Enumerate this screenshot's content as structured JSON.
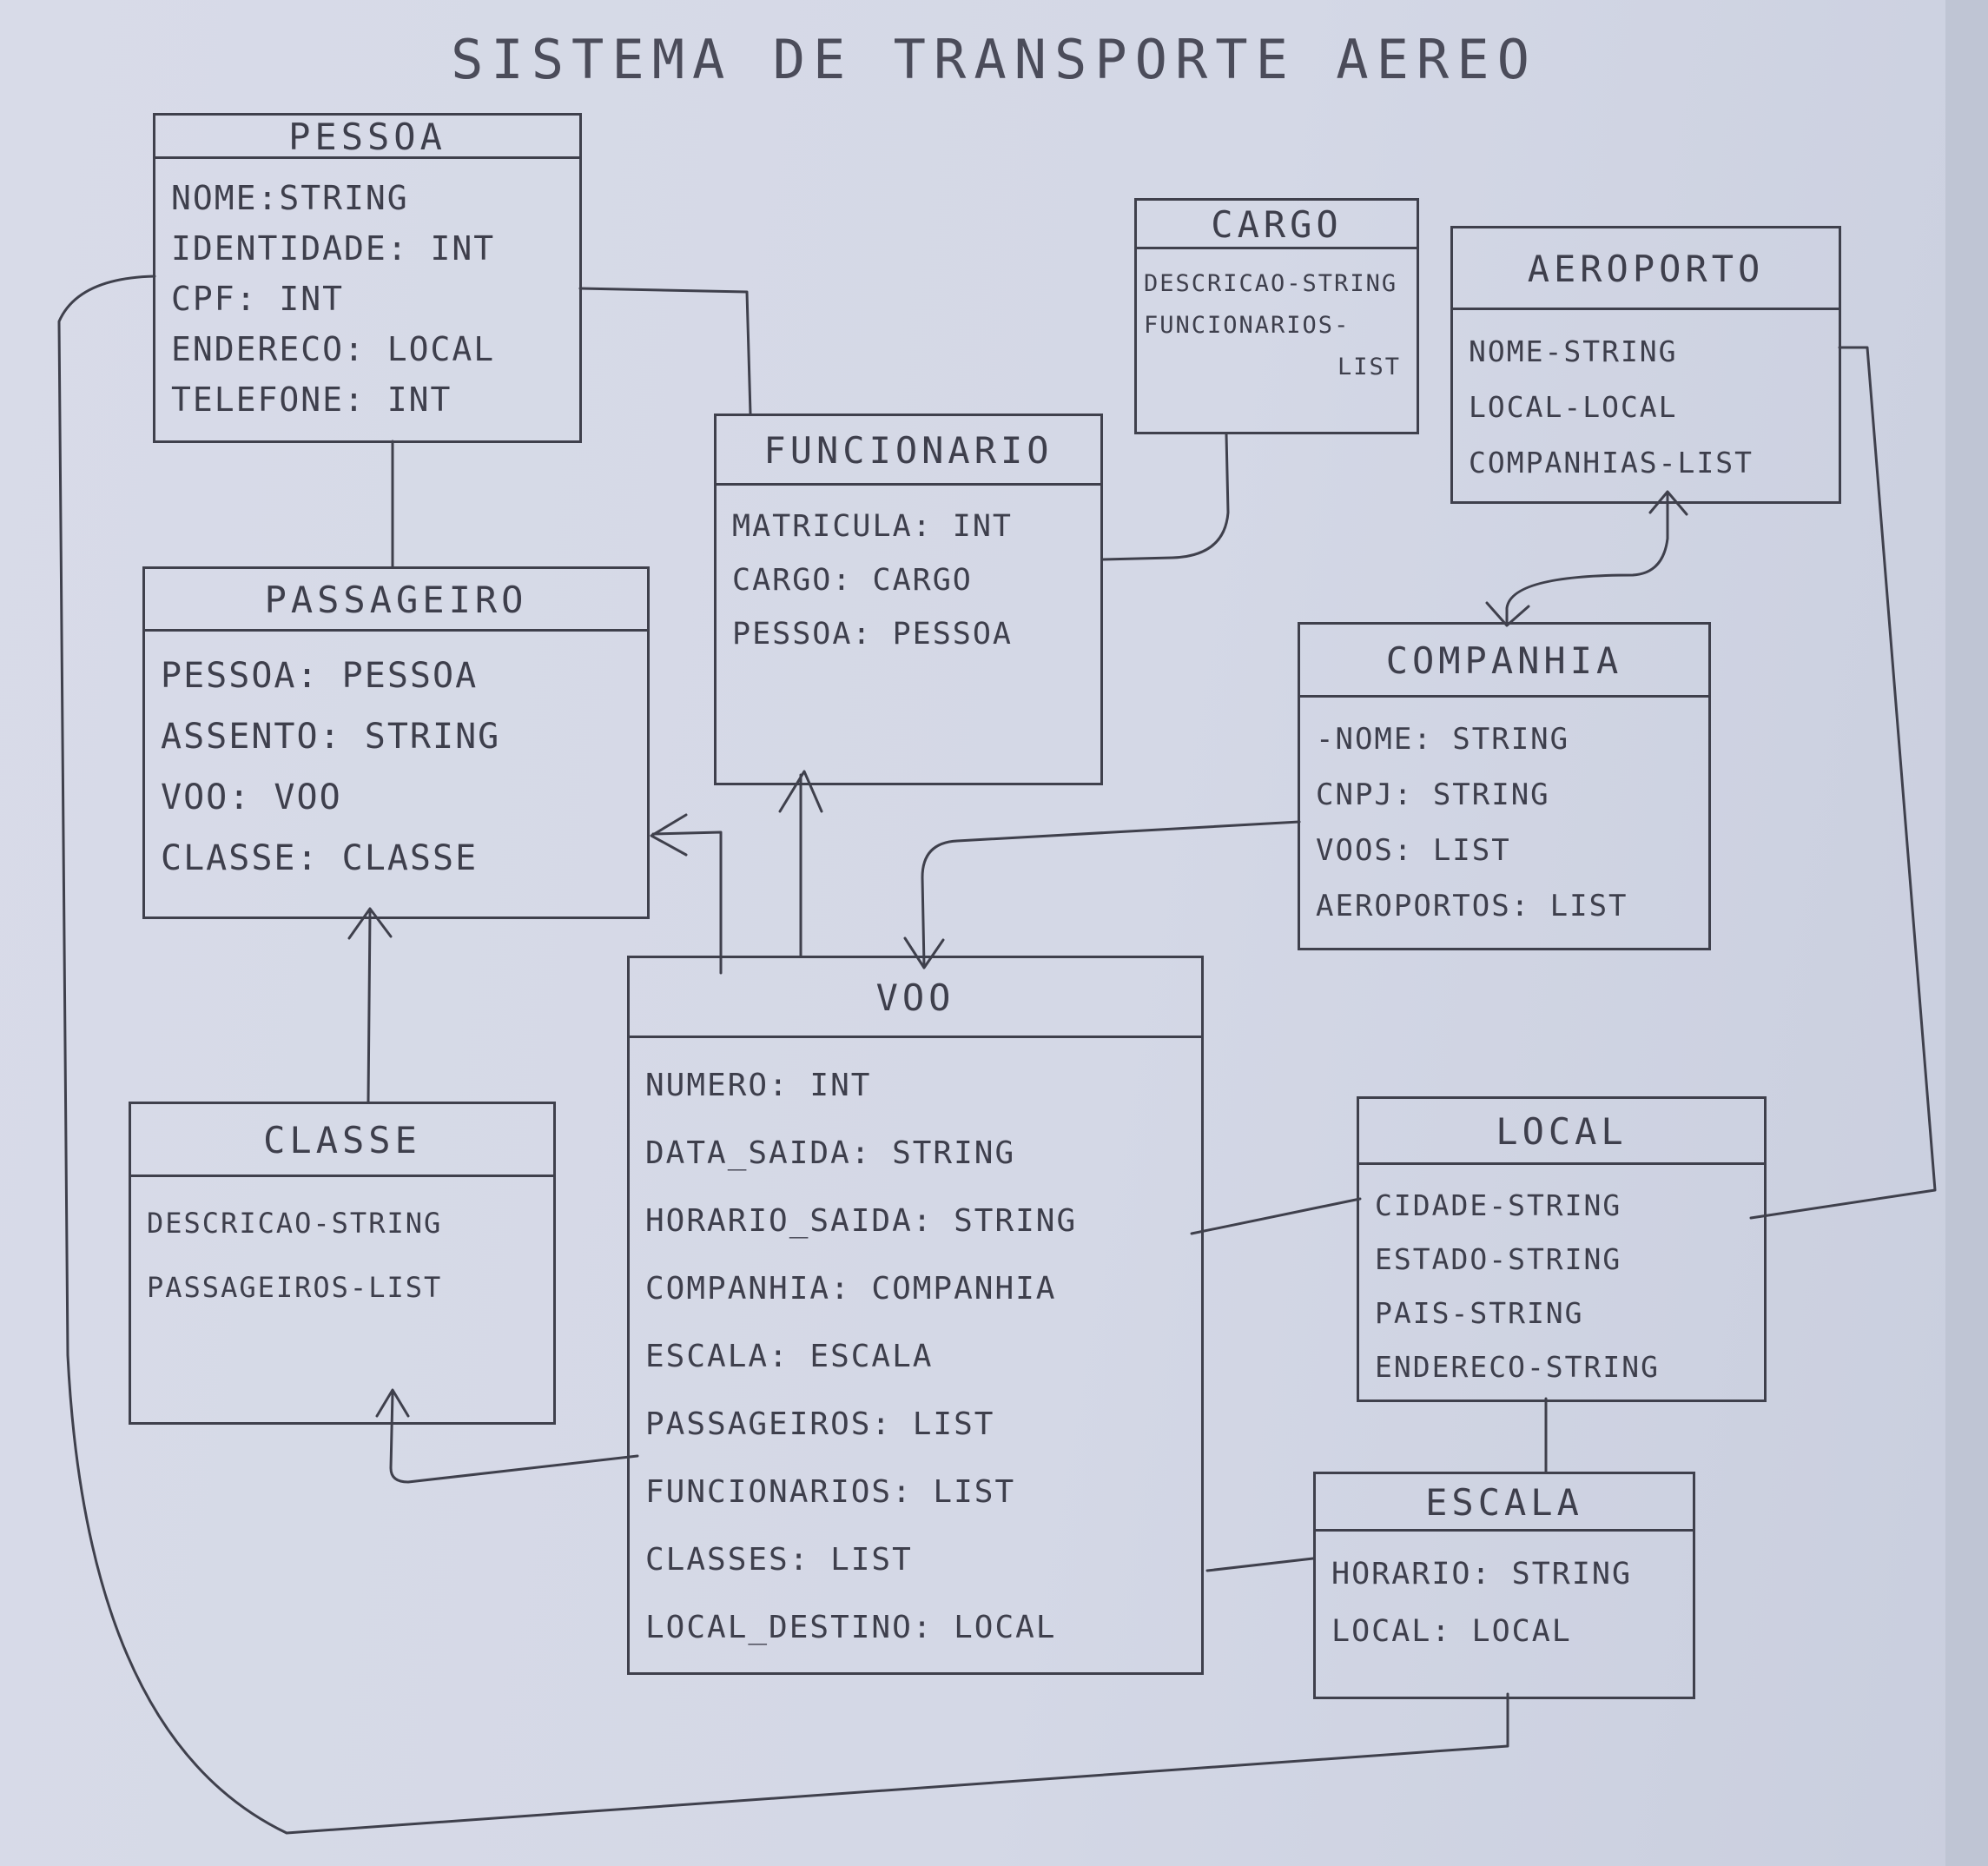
{
  "title": "SISTEMA DE TRANSPORTE AEREO",
  "classes": {
    "pessoa": {
      "name": "PESSOA",
      "attributes": [
        "NOME:STRING",
        "IDENTIDADE: INT",
        "CPF: INT",
        "ENDERECO: LOCAL",
        "TELEFONE: INT"
      ]
    },
    "cargo": {
      "name": "CARGO",
      "attributes": [
        "DESCRICAO-STRING",
        "FUNCIONARIOS-",
        "LIST"
      ]
    },
    "aeroporto": {
      "name": "AEROPORTO",
      "attributes": [
        "NOME-STRING",
        "LOCAL-LOCAL",
        "COMPANHIAS-LIST"
      ]
    },
    "funcionario": {
      "name": "FUNCIONARIO",
      "attributes": [
        "MATRICULA: INT",
        "CARGO: CARGO",
        "PESSOA: PESSOA"
      ]
    },
    "passageiro": {
      "name": "PASSAGEIRO",
      "attributes": [
        "PESSOA: PESSOA",
        "ASSENTO: STRING",
        "VOO: VOO",
        "CLASSE: CLASSE"
      ]
    },
    "companhia": {
      "name": "COMPANHIA",
      "attributes": [
        "-NOME: STRING",
        "CNPJ: STRING",
        "VOOS: LIST",
        "AEROPORTOS: LIST"
      ]
    },
    "voo": {
      "name": "VOO",
      "attributes": [
        "NUMERO: INT",
        "DATA_SAIDA: STRING",
        "HORARIO_SAIDA: STRING",
        "COMPANHIA: COMPANHIA",
        "ESCALA: ESCALA",
        "PASSAGEIROS: LIST",
        "FUNCIONARIOS: LIST",
        "CLASSES: LIST",
        "LOCAL_DESTINO: LOCAL"
      ]
    },
    "classe": {
      "name": "CLASSE",
      "attributes": [
        "DESCRICAO-STRING",
        "PASSAGEIROS-LIST"
      ]
    },
    "local": {
      "name": "LOCAL",
      "attributes": [
        "CIDADE-STRING",
        "ESTADO-STRING",
        "PAIS-STRING",
        "ENDERECO-STRING"
      ]
    },
    "escala": {
      "name": "ESCALA",
      "attributes": [
        "HORARIO: STRING",
        "LOCAL: LOCAL"
      ]
    }
  },
  "colors": {
    "ink": "#3f404c",
    "paper": "#d8dbe8"
  }
}
